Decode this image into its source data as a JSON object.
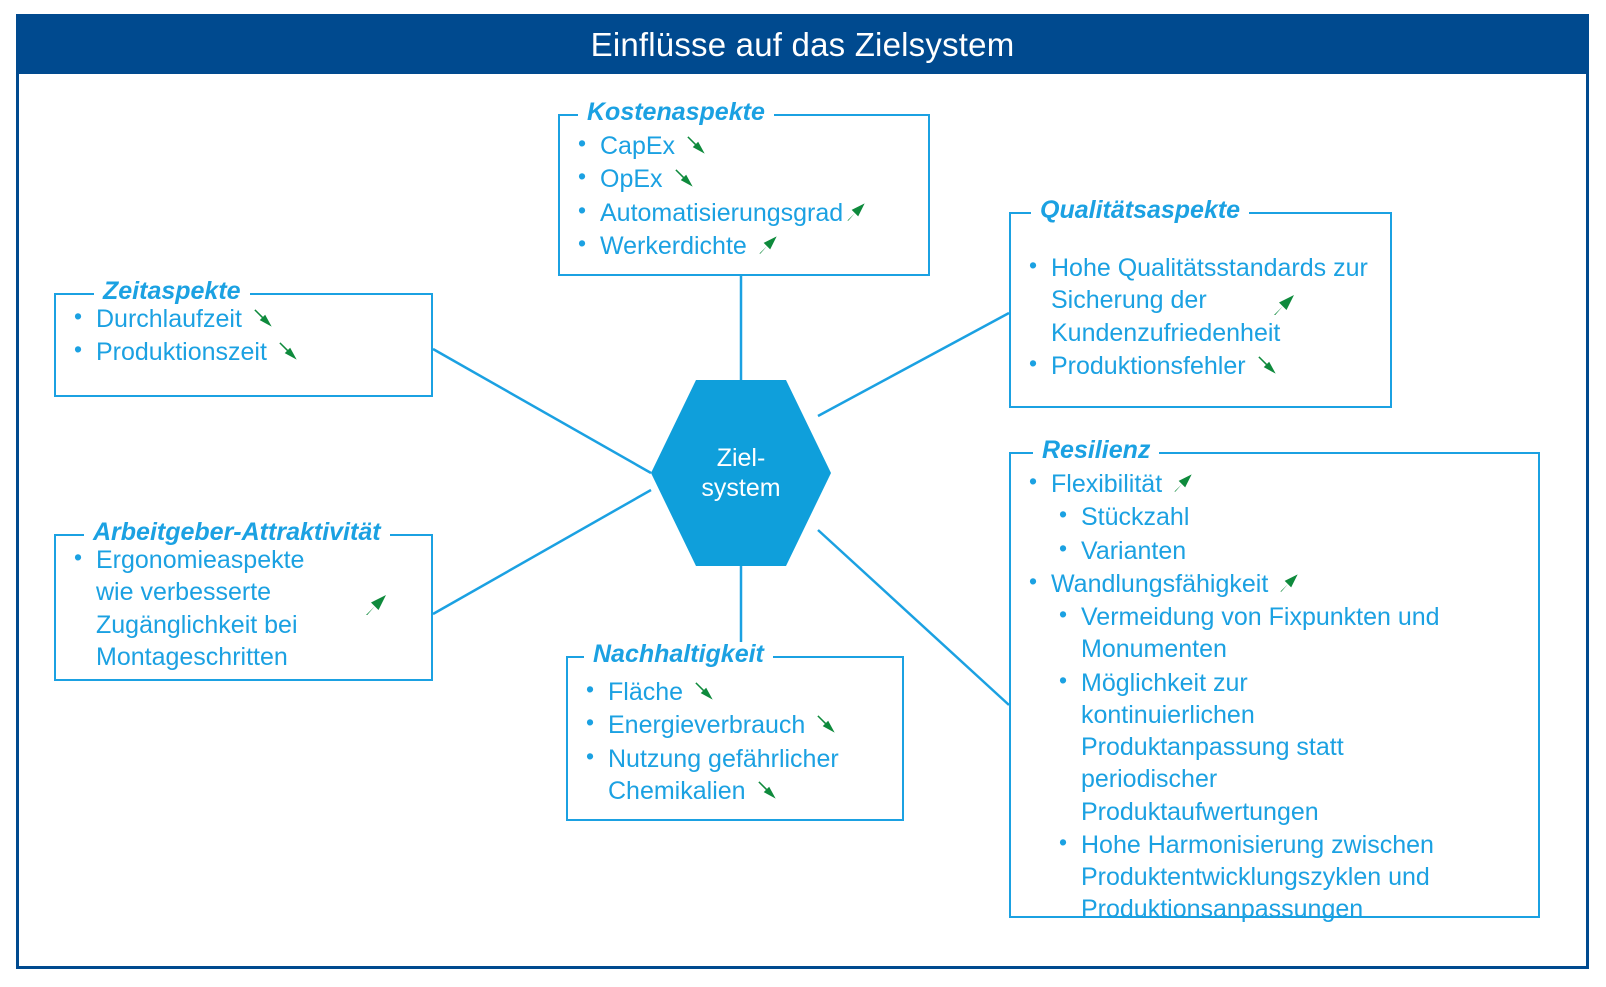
{
  "header": {
    "title": "Einflüsse auf das Zielsystem",
    "bar_color": "#004A8F",
    "text_color": "#FFFFFF"
  },
  "colors": {
    "accent_blue": "#1BA1E2",
    "hex_blue": "#0F9FDB",
    "frame_blue": "#004A8F",
    "arrow_green": "#0E8A3C"
  },
  "center": {
    "label_line1": "Ziel-",
    "label_line2": "system",
    "shape": "hexagon"
  },
  "boxes": {
    "kosten": {
      "title": "Kostenaspekte",
      "items": [
        {
          "text": "CapEx",
          "trend": "down"
        },
        {
          "text": "OpEx",
          "trend": "down"
        },
        {
          "text": "Automatisierungsgrad",
          "trend": "up"
        },
        {
          "text": "Werkerdichte",
          "trend": "up"
        }
      ]
    },
    "zeit": {
      "title": "Zeitaspekte",
      "items": [
        {
          "text": "Durchlaufzeit",
          "trend": "down"
        },
        {
          "text": "Produktionszeit",
          "trend": "down"
        }
      ]
    },
    "arbeitgeber": {
      "title": "Arbeitgeber-Attraktivität",
      "items": [
        {
          "text": "Ergonomieaspekte wie verbesserte Zugänglichkeit bei Montageschritten",
          "trend": "up"
        }
      ]
    },
    "nachhaltigkeit": {
      "title": "Nachhaltigkeit",
      "items": [
        {
          "text": "Fläche",
          "trend": "down"
        },
        {
          "text": "Energieverbrauch",
          "trend": "down"
        },
        {
          "text": "Nutzung gefährlicher Chemikalien",
          "trend": "down"
        }
      ]
    },
    "qualitaet": {
      "title": "Qualitätsaspekte",
      "items": [
        {
          "text": "Hohe Qualitätsstandards zur Sicherung der Kundenzufriedenheit",
          "trend": "up"
        },
        {
          "text": "Produktionsfehler",
          "trend": "down"
        }
      ]
    },
    "resilienz": {
      "title": "Resilienz",
      "items": [
        {
          "text": "Flexibilität",
          "trend": "up",
          "level": 1
        },
        {
          "text": "Stückzahl",
          "trend": "none",
          "level": 2
        },
        {
          "text": "Varianten",
          "trend": "none",
          "level": 2
        },
        {
          "text": "Wandlungsfähigkeit",
          "trend": "up",
          "level": 1
        },
        {
          "text": "Vermeidung von Fixpunkten und Monumenten",
          "trend": "none",
          "level": 2
        },
        {
          "text": "Möglichkeit zur kontinuierlichen Produktanpassung statt periodischer Produktaufwertungen",
          "trend": "none",
          "level": 2
        },
        {
          "text": "Hohe Harmonisierung zwischen Produktentwicklungszyklen und Produktionsanpassungen",
          "trend": "none",
          "level": 2
        }
      ]
    }
  },
  "icons": {
    "arrow_up": "arrow-up-right-icon",
    "arrow_down": "arrow-down-right-icon"
  }
}
